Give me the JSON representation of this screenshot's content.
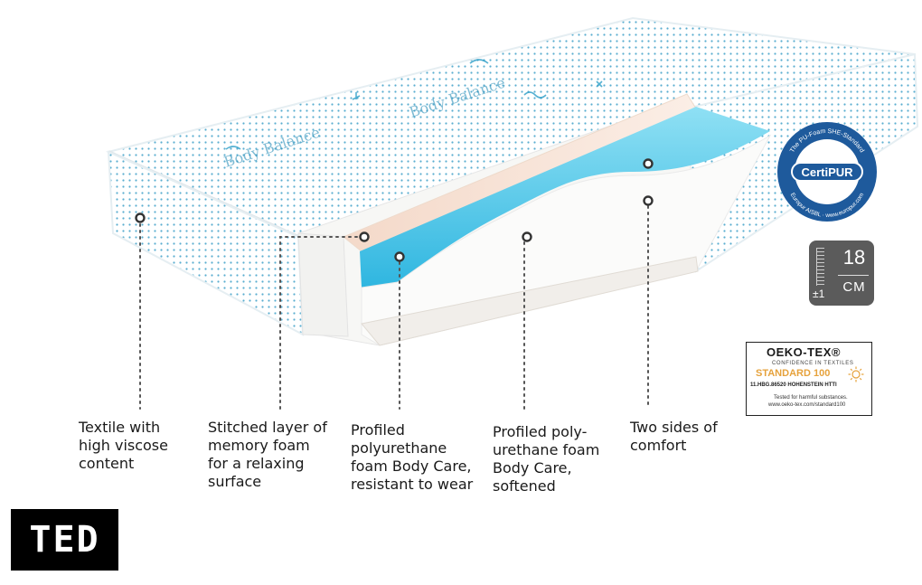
{
  "labels": [
    {
      "text": "Textile with\nhigh viscose\ncontent"
    },
    {
      "text": "Stitched layer of\nmemory foam\nfor a relaxing\nsurface"
    },
    {
      "text": "Profiled\npolyurethane\nfoam Body Care,\nresistant to wear"
    },
    {
      "text": "Profiled poly-\nurethane foam\nBody Care,\nsoftened"
    },
    {
      "text": "Two sides of\ncomfort"
    }
  ],
  "certipur": {
    "ring_top": "The PU-Foam SHE-Standard",
    "center": "CertiPUR",
    "ring_bottom": "Europur AISBL · www.europur.com"
  },
  "height_badge": {
    "value": "18",
    "unit": "CM",
    "tolerance": "±1"
  },
  "oeko_tex": {
    "brand": "OEKO-TEX®",
    "tagline": "CONFIDENCE IN TEXTILES",
    "standard": "STANDARD 100",
    "cert": "11.HBG.86520 HOHENSTEIN HTTI",
    "tested": "Tested for harmful substances.",
    "url": "www.oeko-tex.com/standard100"
  },
  "logo": {
    "text": "TED"
  },
  "colors": {
    "accent_blue": "#5ec8e8",
    "badge_grey": "#5b5b5b",
    "certipur_blue": "#1e5a9c"
  }
}
